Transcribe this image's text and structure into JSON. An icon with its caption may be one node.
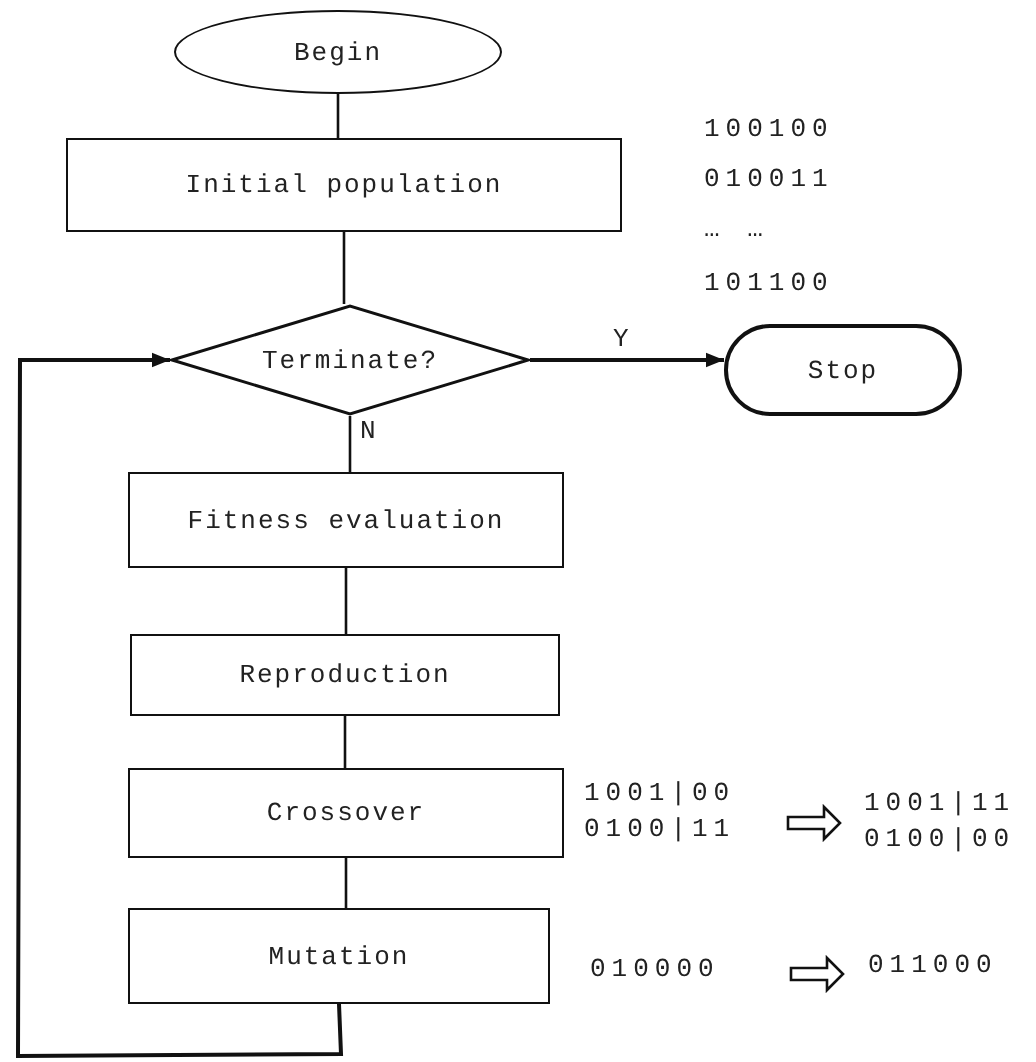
{
  "diagram": {
    "nodes": [
      {
        "text": [
          "Begin"
        ]
      },
      {
        "text": [
          "Initial population"
        ]
      },
      {
        "text": [
          "Terminate?"
        ]
      },
      {
        "text": [
          "Stop"
        ]
      },
      {
        "text": [
          "Fitness evaluation"
        ]
      },
      {
        "text": [
          "Reproduction"
        ]
      },
      {
        "text": [
          "Crossover"
        ]
      },
      {
        "text": [
          "Mutation"
        ]
      },
      {
        "text": [
          "1001|00",
          "0100|11"
        ]
      },
      {
        "text": [
          "1001|11",
          "0100|00"
        ]
      },
      {
        "text": [
          "010000"
        ]
      },
      {
        "text": [
          "011000"
        ]
      }
    ],
    "edges": [
      {
        "from": 0,
        "to": 1,
        "arrow": "none"
      },
      {
        "from": 1,
        "to": 2,
        "arrow": "none"
      },
      {
        "from": 2,
        "to": 3,
        "arrow": "to",
        "label": "Y"
      },
      {
        "from": 2,
        "to": 4,
        "arrow": "none",
        "label": "N"
      },
      {
        "from": 4,
        "to": 5,
        "arrow": "none"
      },
      {
        "from": 5,
        "to": 6,
        "arrow": "none"
      },
      {
        "from": 6,
        "to": 7,
        "arrow": "none"
      },
      {
        "from": 7,
        "to": 2,
        "arrow": "to"
      },
      {
        "from": 8,
        "to": 9,
        "arrow": "to"
      },
      {
        "from": 10,
        "to": 11,
        "arrow": "to"
      }
    ],
    "labels": [
      "100100",
      "010011",
      "… …",
      "101100"
    ]
  }
}
